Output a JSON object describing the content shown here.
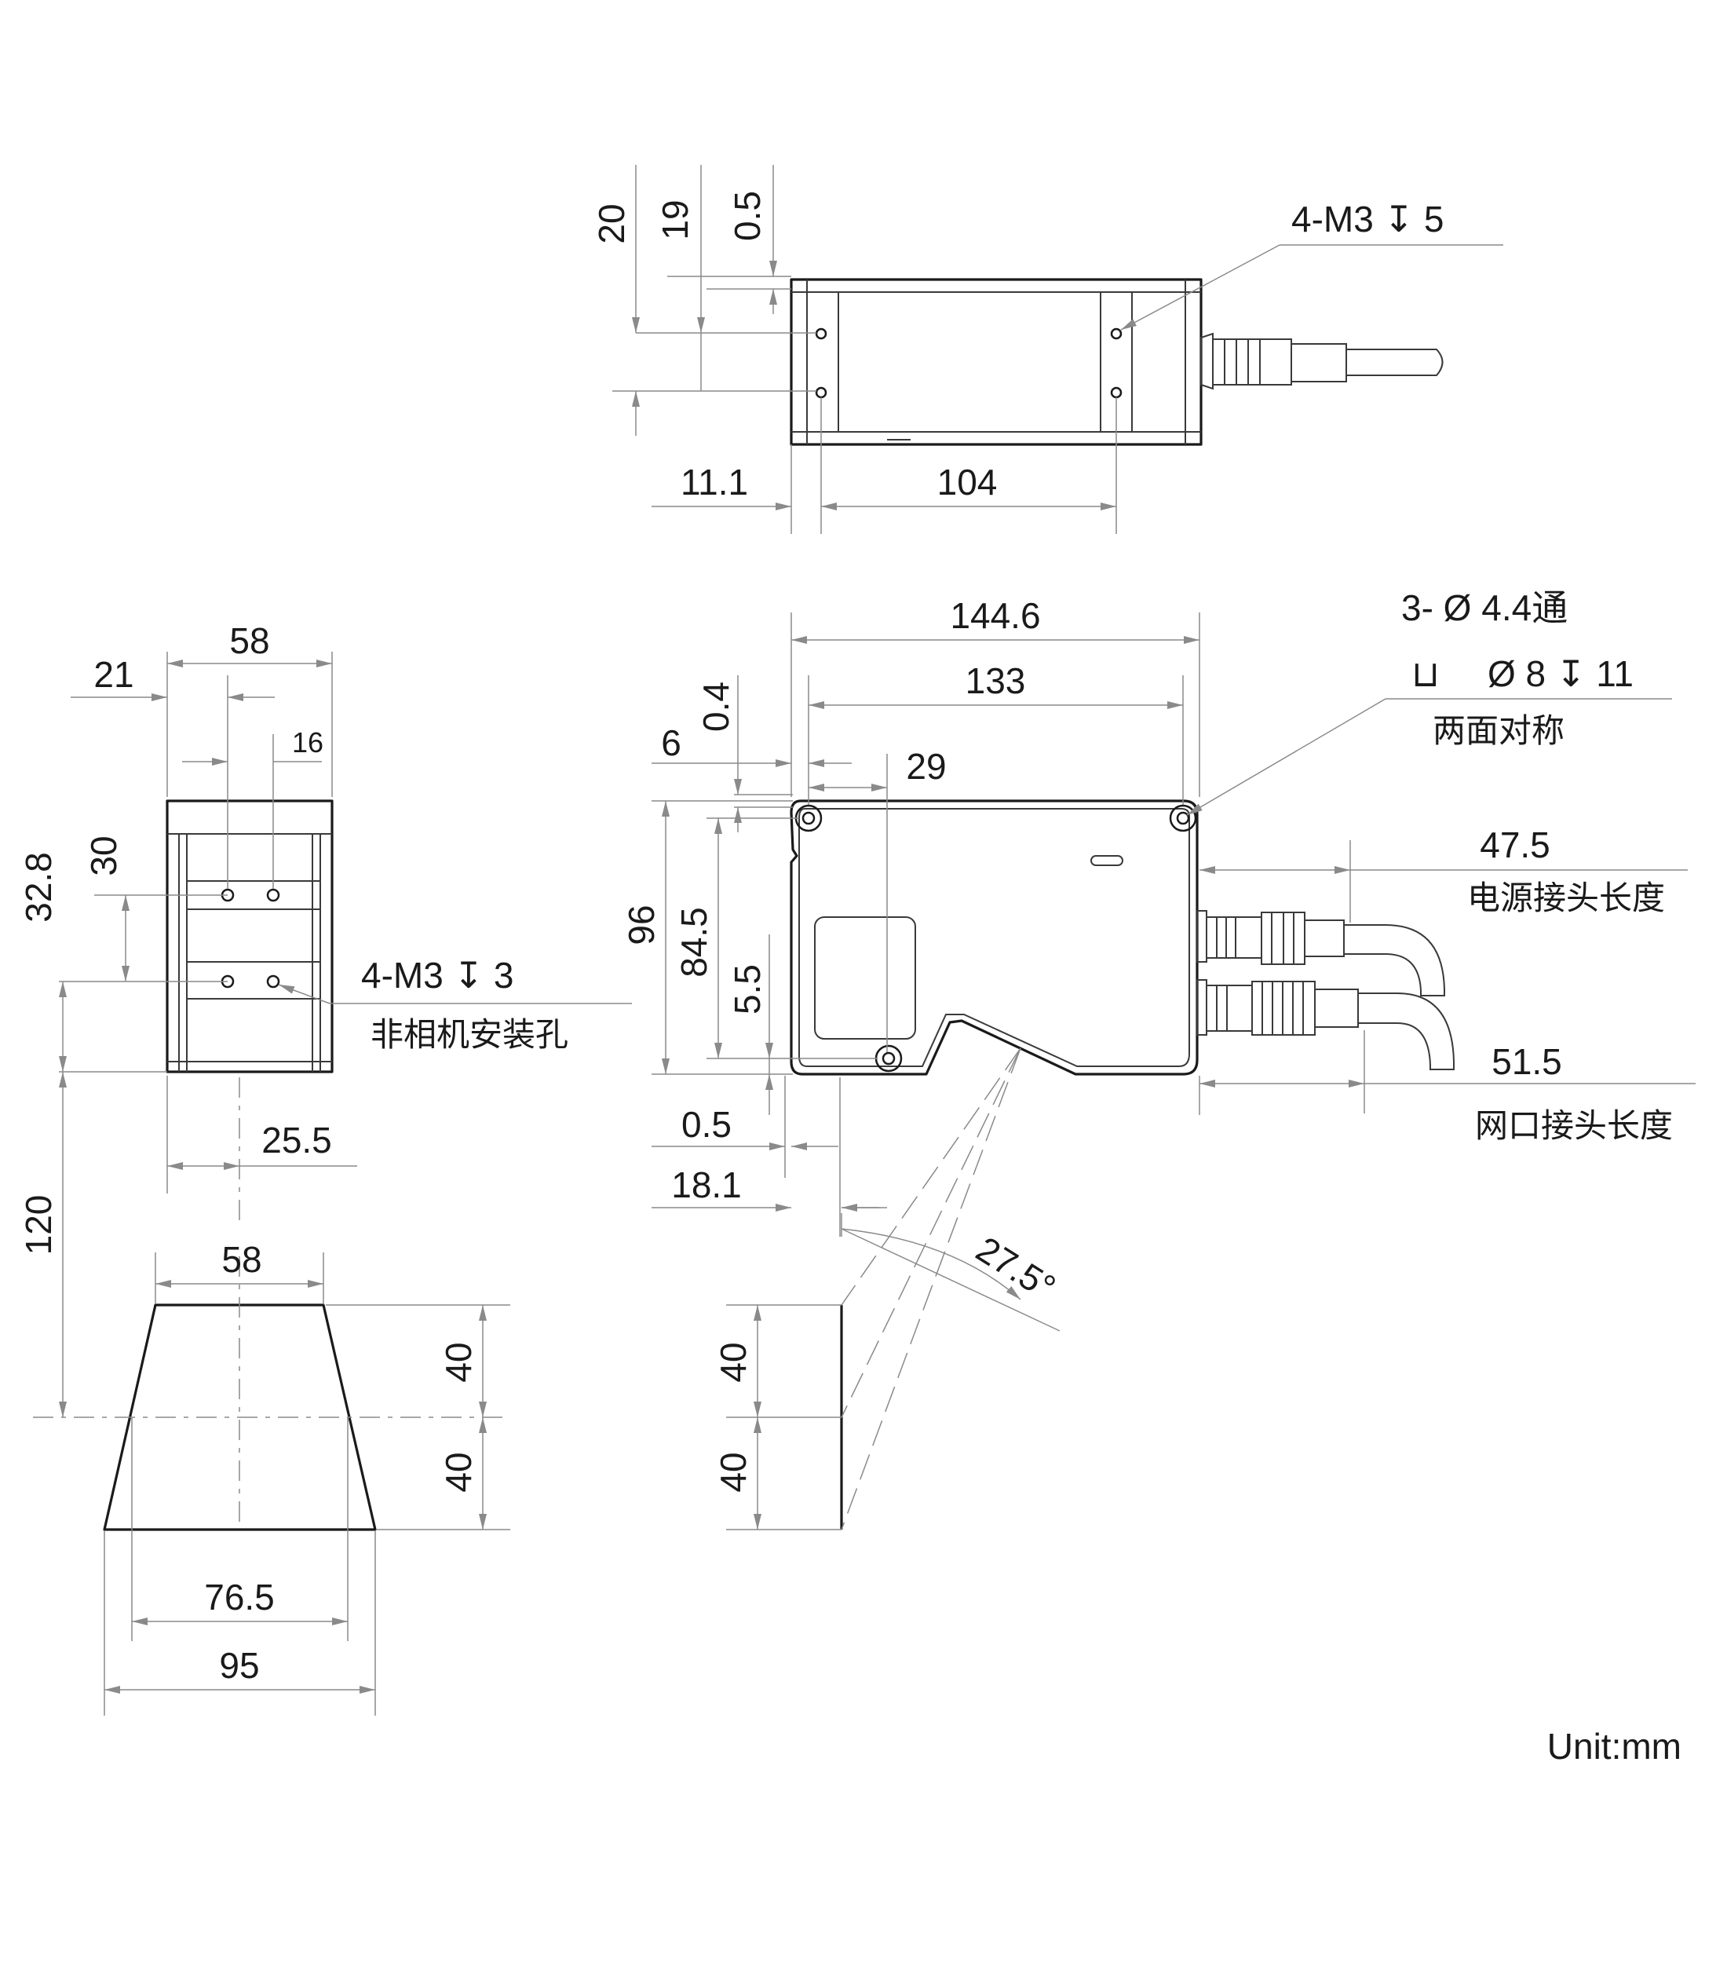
{
  "top_view": {
    "height_20": "20",
    "height_19": "19",
    "offset_0_5": "0.5",
    "thread_note": "4-M3 ↧ 5",
    "offset_11_1": "11.1",
    "spacing_104": "104"
  },
  "side_view": {
    "width_58": "58",
    "offset_21": "21",
    "offset_16": "16",
    "height_30": "30",
    "height_32_8": "32.8",
    "thread_note": "4-M3 ↧ 3",
    "hole_caption": "非相机安装孔",
    "offset_25_5": "25.5",
    "distance_120": "120"
  },
  "front_view": {
    "length_144_6": "144.6",
    "length_133": "133",
    "offset_6": "6",
    "offset_0_4": "0.4",
    "offset_29": "29",
    "height_96": "96",
    "height_84_5": "84.5",
    "height_5_5": "5.5",
    "offset_0_5": "0.5",
    "offset_18_1": "18.1",
    "through_hole": "3- Ø 4.4通",
    "counterbore": "Ø 8 ↧ 11",
    "counterbore_symbol": "⊔",
    "symmetric_note": "两面对称",
    "power_length": "47.5",
    "power_caption": "电源接头长度",
    "net_length": "51.5",
    "net_caption": "网口接头长度",
    "angle": "27.5°"
  },
  "field_of_view": {
    "near_width": "58",
    "far_width": "95",
    "mid_width": "76.5",
    "depth_upper": "40",
    "depth_lower": "40"
  },
  "side_range": {
    "depth_upper": "40",
    "depth_lower": "40"
  },
  "unit_label": "Unit:mm"
}
